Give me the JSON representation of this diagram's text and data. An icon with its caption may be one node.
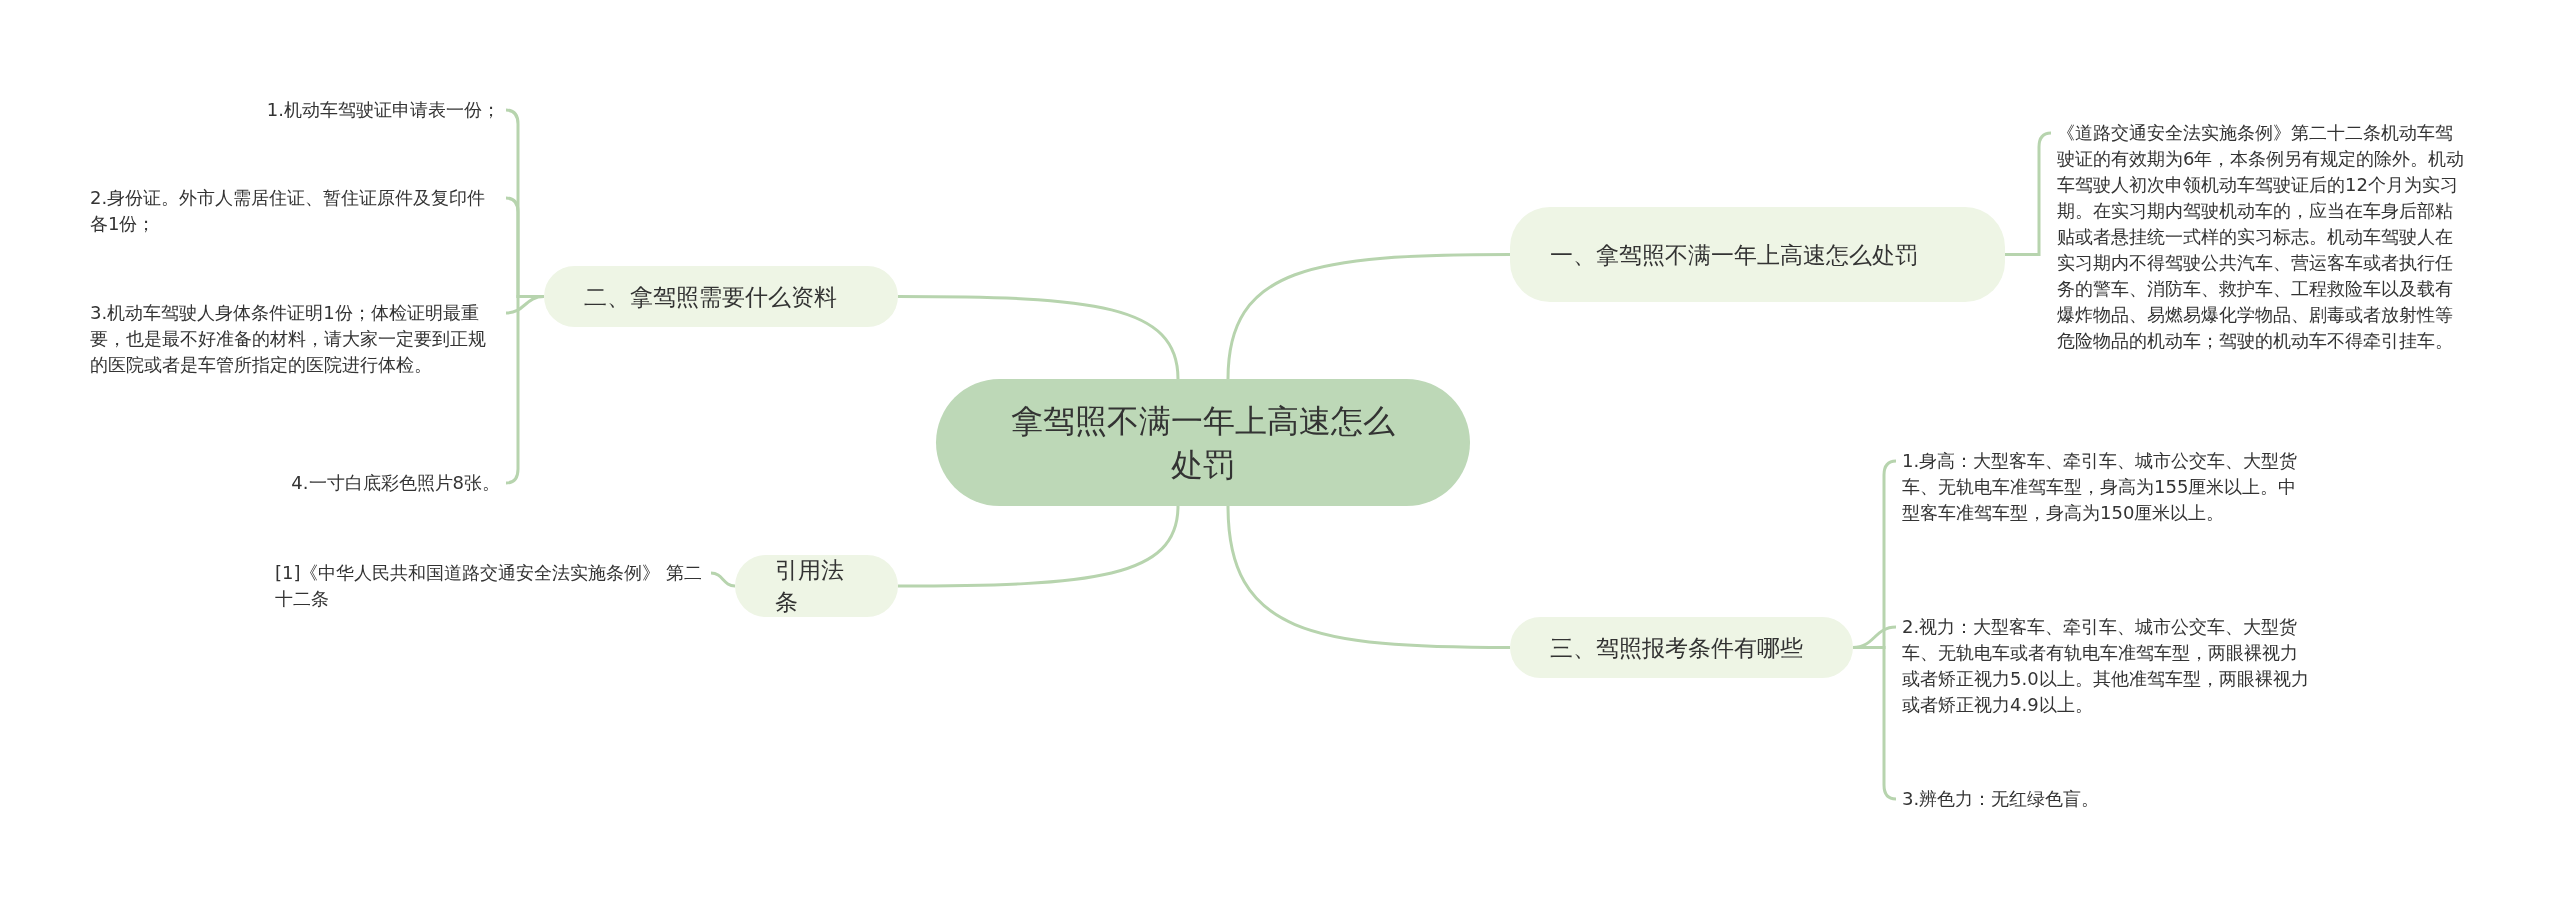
{
  "diagram": {
    "nodes": [
      {
        "text": [
          "拿驾照不满一年上高速怎么处罚"
        ]
      },
      {
        "text": [
          "一、拿驾照不满一年上高速怎么处罚"
        ]
      },
      {
        "text": [
          "《道路交通安全法实施条例》第二十二条机动车驾驶证的有效期为6年，本条例另有规定的除外。机动车驾驶人初次申领机动车驾驶证后的12个月为实习期。在实习期内驾驶机动车的，应当在车身后部粘贴或者悬挂统一式样的实习标志。机动车驾驶人在实习期内不得驾驶公共汽车、营运客车或者执行任务的警车、消防车、救护车、工程救险车以及载有爆炸物品、易燃易爆化学物品、剧毒或者放射性等危险物品的机动车；驾驶的机动车不得牵引挂车。"
        ]
      },
      {
        "text": [
          "二、拿驾照需要什么资料"
        ]
      },
      {
        "text": [
          "1.机动车驾驶证申请表一份；"
        ]
      },
      {
        "text": [
          "2.身份证。外市人需居住证、暂住证原件及复印件各1份；"
        ]
      },
      {
        "text": [
          "3.机动车驾驶人身体条件证明1份；体检证明最重要，也是最不好准备的材料，请大家一定要到正规的医院或者是车管所指定的医院进行体检。"
        ]
      },
      {
        "text": [
          "4.一寸白底彩色照片8张。"
        ]
      },
      {
        "text": [
          "三、驾照报考条件有哪些"
        ]
      },
      {
        "text": [
          "1.身高：大型客车、牵引车、城市公交车、大型货车、无轨电车准驾车型，身高为155厘米以上。中型客车准驾车型，身高为150厘米以上。"
        ]
      },
      {
        "text": [
          "2.视力：大型客车、牵引车、城市公交车、大型货车、无轨电车或者有轨电车准驾车型，两眼裸视力或者矫正视力5.0以上。其他准驾车型，两眼裸视力或者矫正视力4.9以上。"
        ]
      },
      {
        "text": [
          "3.辨色力：无红绿色盲。"
        ]
      },
      {
        "text": [
          "引用法条"
        ]
      },
      {
        "text": [
          "[1]《中华人民共和国道路交通安全法实施条例》 第二十二条"
        ]
      }
    ],
    "edges": [
      {
        "from": 0,
        "to": 1,
        "arrow": "none"
      },
      {
        "from": 1,
        "to": 2,
        "arrow": "none"
      },
      {
        "from": 0,
        "to": 3,
        "arrow": "none"
      },
      {
        "from": 3,
        "to": 4,
        "arrow": "none"
      },
      {
        "from": 3,
        "to": 5,
        "arrow": "none"
      },
      {
        "from": 3,
        "to": 6,
        "arrow": "none"
      },
      {
        "from": 3,
        "to": 7,
        "arrow": "none"
      },
      {
        "from": 0,
        "to": 8,
        "arrow": "none"
      },
      {
        "from": 8,
        "to": 9,
        "arrow": "none"
      },
      {
        "from": 8,
        "to": 10,
        "arrow": "none"
      },
      {
        "from": 8,
        "to": 11,
        "arrow": "none"
      },
      {
        "from": 0,
        "to": 12,
        "arrow": "none"
      },
      {
        "from": 12,
        "to": 13,
        "arrow": "none"
      }
    ]
  }
}
